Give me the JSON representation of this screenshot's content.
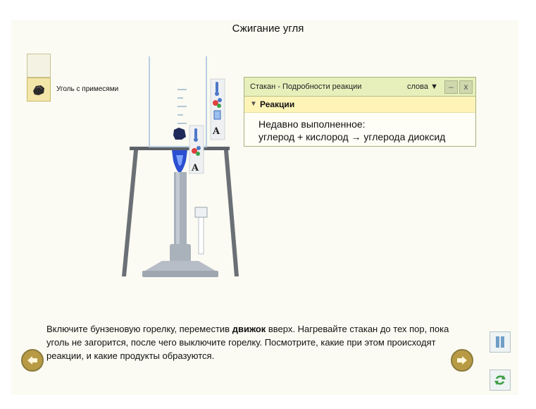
{
  "title": "Сжигание угля",
  "shelf": {
    "item_label": "Уголь с примесями"
  },
  "panel": {
    "title": "Стакан - Подробности реакции",
    "mode": "слова",
    "section": "Реакции",
    "recent_label": "Недавно выполненное:",
    "reaction": "углерод + кислород → углерода диоксид"
  },
  "tools": {
    "text_icon": "A"
  },
  "instructions": {
    "part1": "Включите бунзеновую горелку, переместив ",
    "bold": "движок",
    "part2": " вверх. Нагревайте стакан до тех пор, пока уголь не загорится, после чего выключите горелку. Посмотрите, какие при этом происходят реакции, и какие продукты образуются."
  },
  "icons": {
    "shelf": "coal-lump-icon",
    "prev": "arrow-left-icon",
    "next": "arrow-right-icon",
    "pause": "pause-icon",
    "reset": "refresh-icon"
  }
}
